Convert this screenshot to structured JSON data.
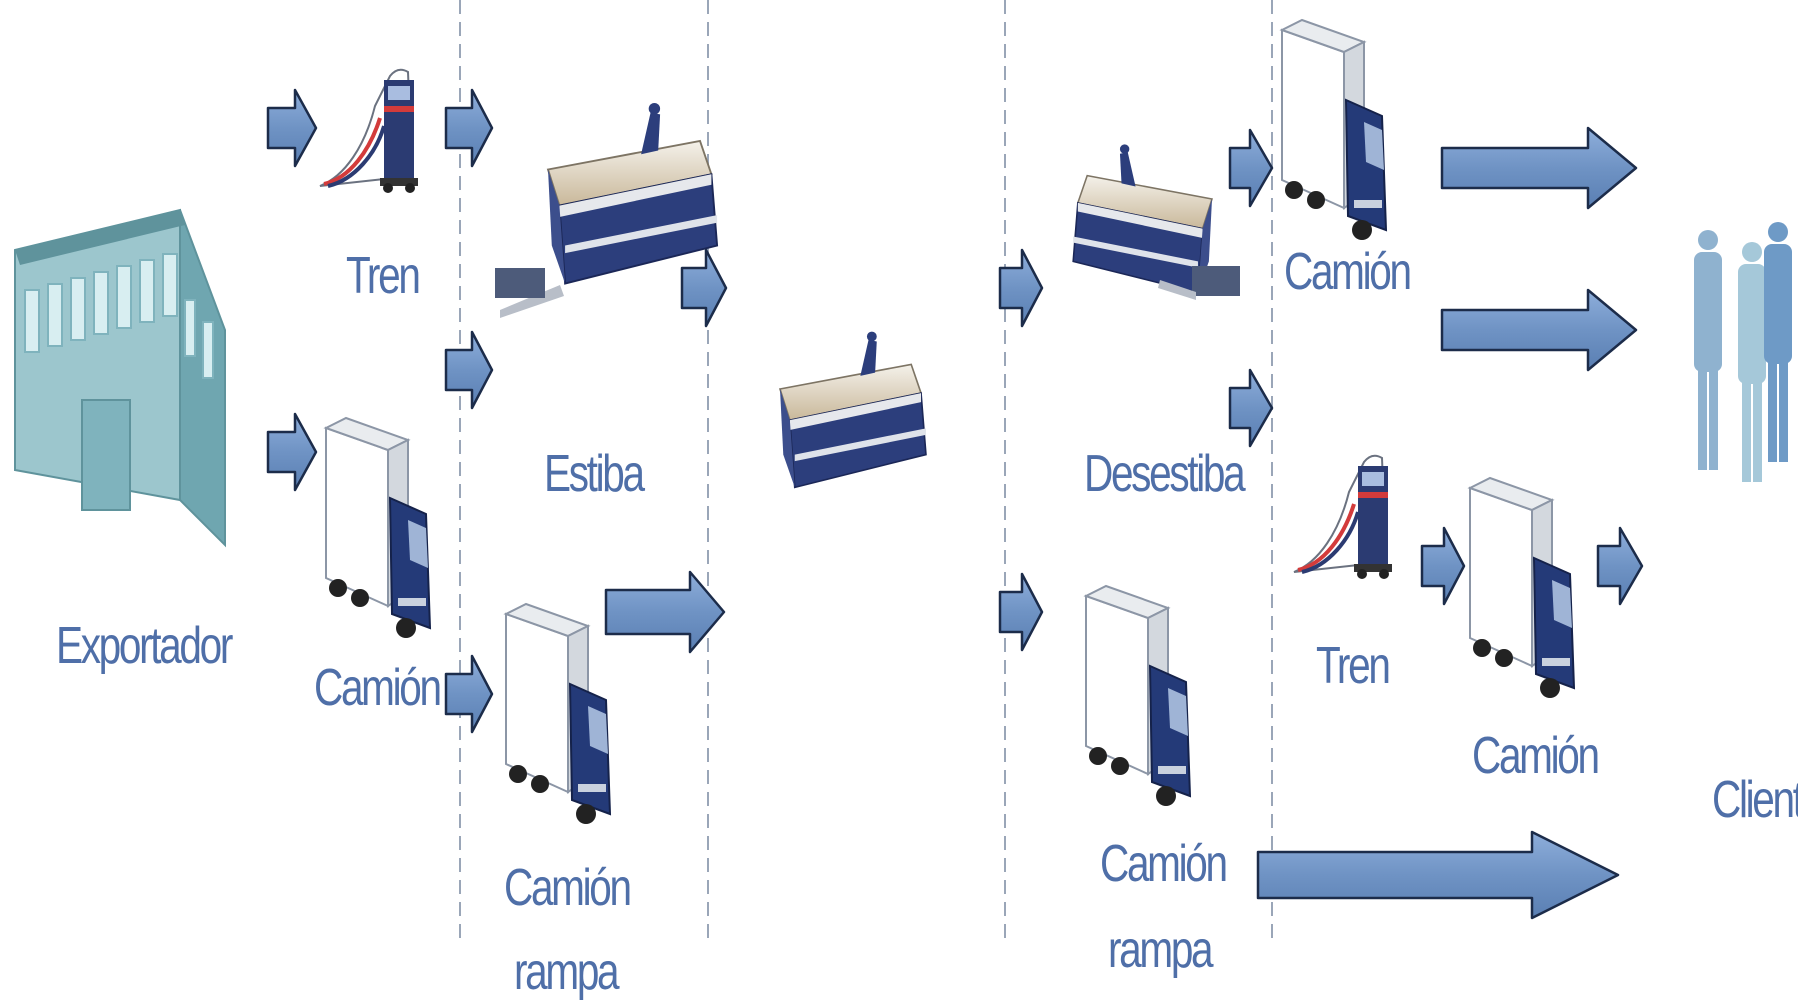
{
  "diagram": {
    "nodes": {
      "exporter": "Exportador",
      "train_origin": "Tren",
      "truck_origin": "Camión",
      "loading": "Estiba",
      "ramp_truck_origin_line1": "Camión",
      "ramp_truck_origin_line2": "rampa",
      "unloading": "Desestiba",
      "truck_dest_top": "Camión",
      "train_dest": "Tren",
      "truck_dest_bottom": "Camión",
      "ramp_truck_dest_line1": "Camión",
      "ramp_truck_dest_line2": "rampa",
      "client": "Cliente"
    },
    "icons": [
      "building-icon",
      "train-icon",
      "truck-icon",
      "ship-icon",
      "people-icon",
      "arrow-icon"
    ],
    "colors": {
      "label": "#4f6fa8",
      "arrow_fill": "#6f93c4",
      "arrow_stroke": "#1c2c4a",
      "divider": "#9aa6b8",
      "building": "#7fb3bd",
      "truck_cab": "#243a78",
      "ship_hull": "#2c3e7c",
      "people": "#7aa6cc"
    }
  }
}
